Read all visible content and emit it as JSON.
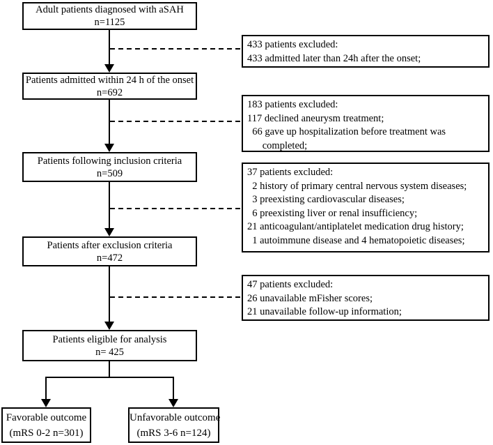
{
  "figure": {
    "type": "patient-flow-diagram",
    "background_color": "#ffffff",
    "line_color": "#000000",
    "text_color": "#000000"
  },
  "flow": {
    "main_boxes": [
      {
        "id": "diagnosed",
        "lines": [
          "Adult patients diagnosed with aSAH",
          "n=1125"
        ]
      },
      {
        "id": "admitted",
        "lines": [
          "Patients admitted within 24 h of the onset",
          "n=692"
        ]
      },
      {
        "id": "inclusion",
        "lines": [
          "Patients following inclusion criteria",
          "n=509"
        ]
      },
      {
        "id": "after-exclusion",
        "lines": [
          "Patients after exclusion criteria",
          "n=472"
        ]
      },
      {
        "id": "eligible",
        "lines": [
          "Patients eligible for analysis",
          "n= 425"
        ]
      }
    ],
    "exclusion_boxes": [
      {
        "id": "excluded-433",
        "lines": [
          "433 patients excluded:",
          "433 admitted later than 24h after the onset;"
        ]
      },
      {
        "id": "excluded-183",
        "lines": [
          "183 patients excluded:",
          "117 declined aneurysm treatment;",
          "  66 gave up hospitalization before treatment was",
          "      completed;"
        ]
      },
      {
        "id": "excluded-37",
        "lines": [
          "37 patients excluded:",
          "  2 history of primary central nervous system diseases;",
          "  3 preexisting cardiovascular diseases;",
          "  6 preexisting liver or renal insufficiency;",
          "21 anticoagulant/antiplatelet medication drug history;",
          "  1 autoimmune disease and 4 hematopoietic diseases;"
        ]
      },
      {
        "id": "excluded-47",
        "lines": [
          "47 patients excluded:",
          "26 unavailable mFisher scores;",
          "21 unavailable follow-up information;"
        ]
      }
    ],
    "outcome_boxes": [
      {
        "id": "favorable",
        "lines": [
          "Favorable outcome",
          "(mRS 0-2 n=301)"
        ]
      },
      {
        "id": "unfavorable",
        "lines": [
          "Unfavorable outcome",
          "(mRS 3-6 n=124)"
        ]
      }
    ]
  }
}
